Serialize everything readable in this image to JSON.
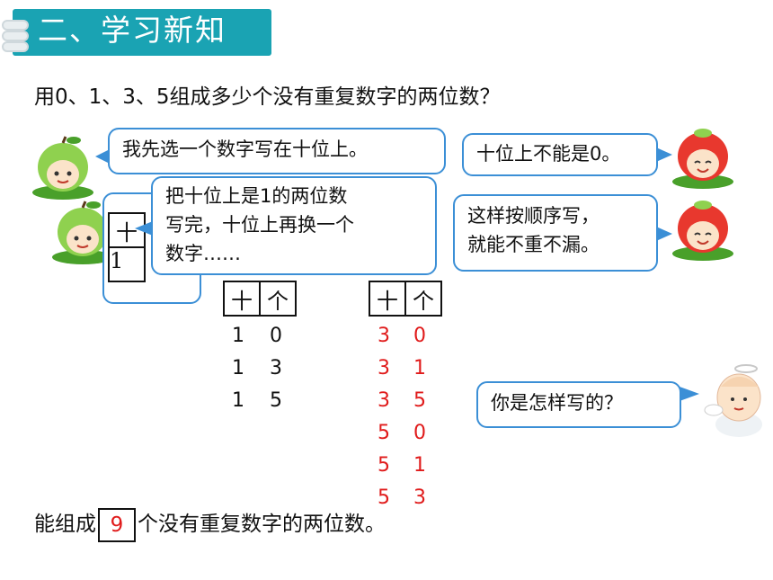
{
  "header": {
    "title": "二、学习新知"
  },
  "question": "用0、1、3、5组成多少个没有重复数字的两位数？",
  "bubbles": {
    "b1": "我先选一个数字写在十位上。",
    "b2_line1": "把十位上是1的两位数",
    "b2_line2": "写完，十位上再换一个",
    "b2_line3": "数字……",
    "b3": "十位上不能是0。",
    "b4_line1": "这样按顺序写，",
    "b4_line2": "就能不重不漏。",
    "b5": "你是怎样写的？"
  },
  "hidden_table": {
    "header_tens": "十",
    "row1": "1"
  },
  "table1": {
    "header": [
      "十",
      "个"
    ],
    "rows": [
      [
        "1",
        "0"
      ],
      [
        "1",
        "3"
      ],
      [
        "1",
        "5"
      ]
    ]
  },
  "table2": {
    "header": [
      "十",
      "个"
    ],
    "rows": [
      [
        "3",
        "0"
      ],
      [
        "3",
        "1"
      ],
      [
        "3",
        "5"
      ],
      [
        "5",
        "0"
      ],
      [
        "5",
        "1"
      ],
      [
        "5",
        "3"
      ]
    ],
    "color": "#e01b1b"
  },
  "answer": {
    "prefix": "能组成",
    "value": "9",
    "suffix": "个没有重复数字的两位数。"
  },
  "colors": {
    "header_bg": "#1aa3b3",
    "bubble_border": "#3b8fd6",
    "highlight": "#e01b1b"
  }
}
